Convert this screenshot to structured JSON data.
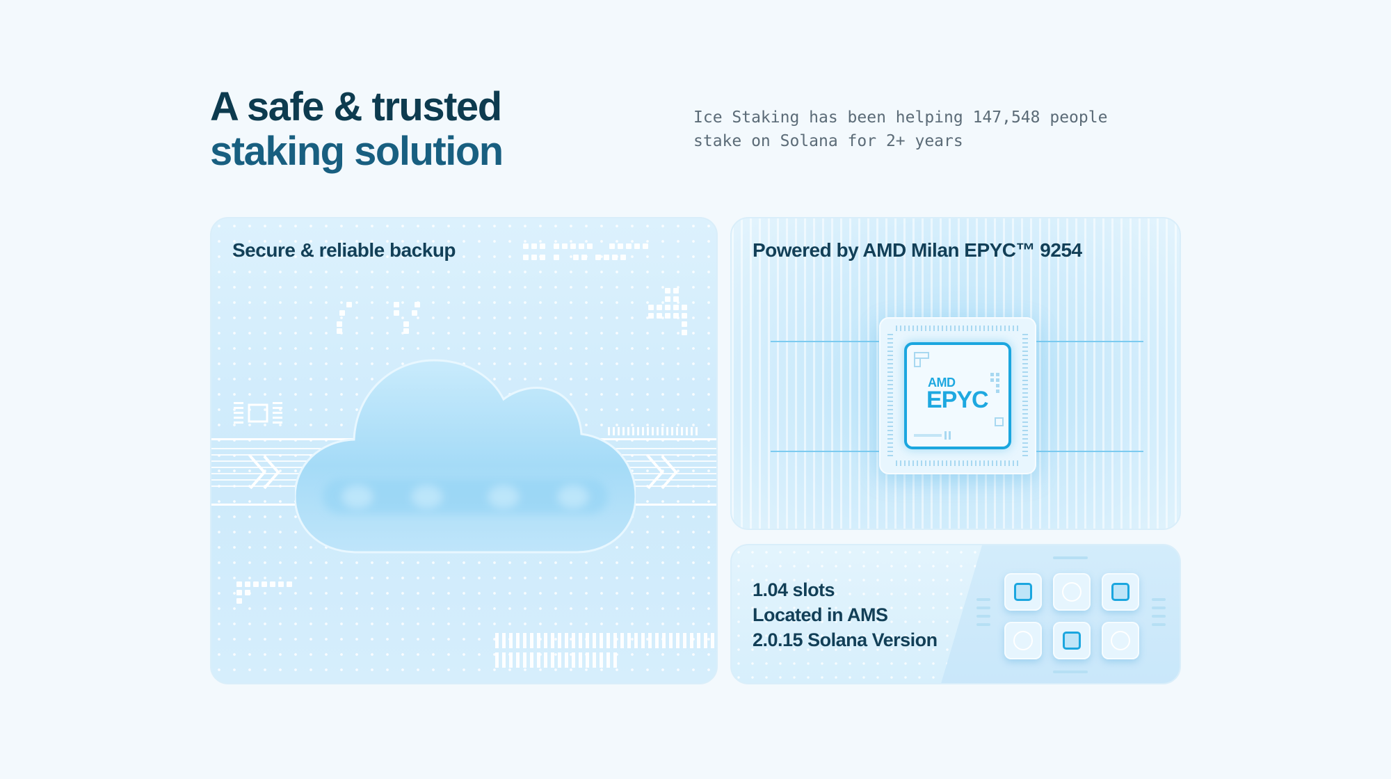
{
  "header": {
    "title_line1": "A safe & trusted",
    "title_line2": "staking solution",
    "subtitle_line1": "Ice Staking has been helping 147,548 people",
    "subtitle_line2": "stake on Solana for 2+ years"
  },
  "cards": {
    "backup": {
      "title": "Secure & reliable backup",
      "icon": "cloud-icon"
    },
    "cpu": {
      "title": "Powered by AMD Milan EPYC™ 9254",
      "chip_brand": "AMD",
      "chip_model": "EPYC",
      "icon": "cpu-chip-icon"
    },
    "stats": {
      "slots": "1.04 slots",
      "location": "Located in AMS",
      "version": "2.0.15 Solana Version"
    }
  },
  "colors": {
    "background": "#f3f9fd",
    "title_dark": "#0d3b4f",
    "title_accent": "#185f80",
    "accent": "#1ba6df"
  }
}
